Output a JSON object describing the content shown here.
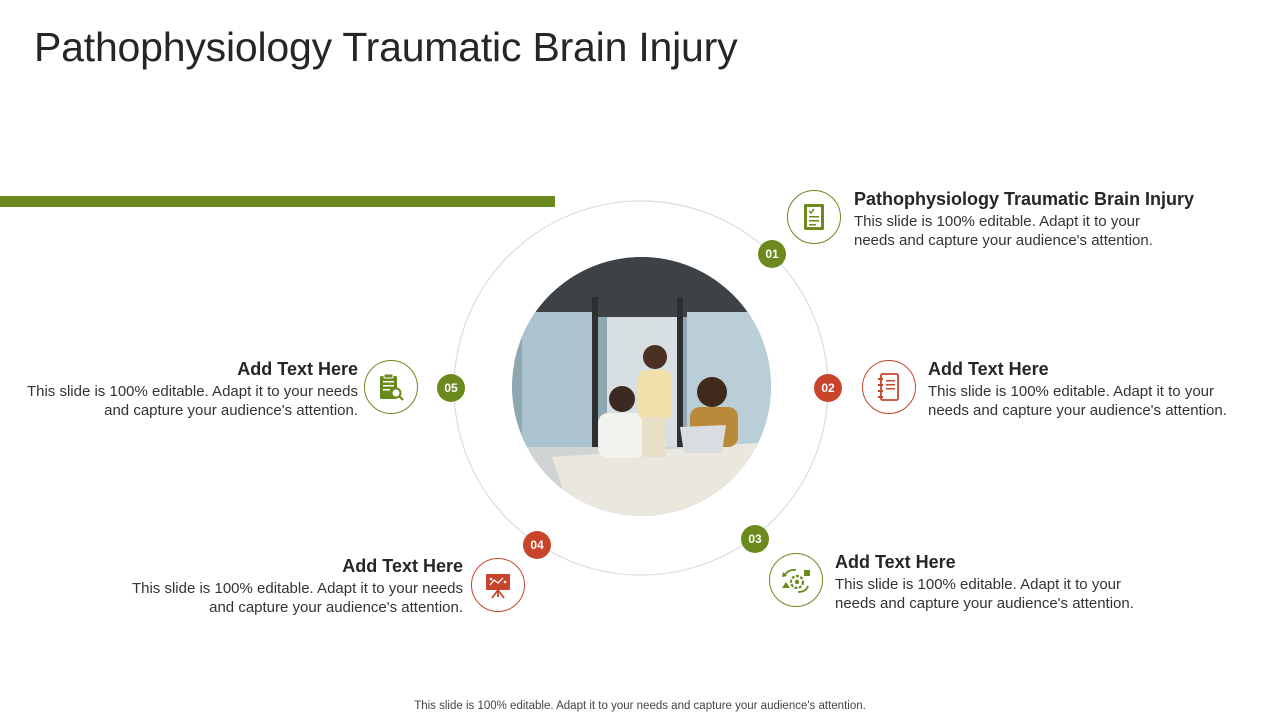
{
  "title": "Pathophysiology Traumatic Brain Injury",
  "items": [
    {
      "number": "01",
      "heading": "Pathophysiology Traumatic Brain Injury",
      "text": "This slide is 100% editable. Adapt it to your needs and capture your audience's attention.",
      "color": "#6b8a1e",
      "icon": "checklist-document-icon"
    },
    {
      "number": "02",
      "heading": "Add Text Here",
      "text": "This slide is 100% editable. Adapt it to your needs and capture your audience's attention.",
      "color": "#c8452c",
      "icon": "notebook-icon"
    },
    {
      "number": "03",
      "heading": "Add Text Here",
      "text": "This slide is 100% editable. Adapt it to your needs and capture your audience's attention.",
      "color": "#6b8a1e",
      "icon": "process-gear-icon"
    },
    {
      "number": "04",
      "heading": "Add Text Here",
      "text": "This slide is 100% editable. Adapt it to your needs and capture your audience's attention.",
      "color": "#c8452c",
      "icon": "presentation-board-icon"
    },
    {
      "number": "05",
      "heading": "Add Text Here",
      "text": "This slide is 100% editable. Adapt it to your needs and capture your audience's attention.",
      "color": "#6b8a1e",
      "icon": "clipboard-search-icon"
    }
  ],
  "footer": "This slide is 100% editable. Adapt it to your needs and capture your audience's attention.",
  "colors": {
    "accent_green": "#6b8a1e",
    "accent_red": "#c8452c"
  }
}
